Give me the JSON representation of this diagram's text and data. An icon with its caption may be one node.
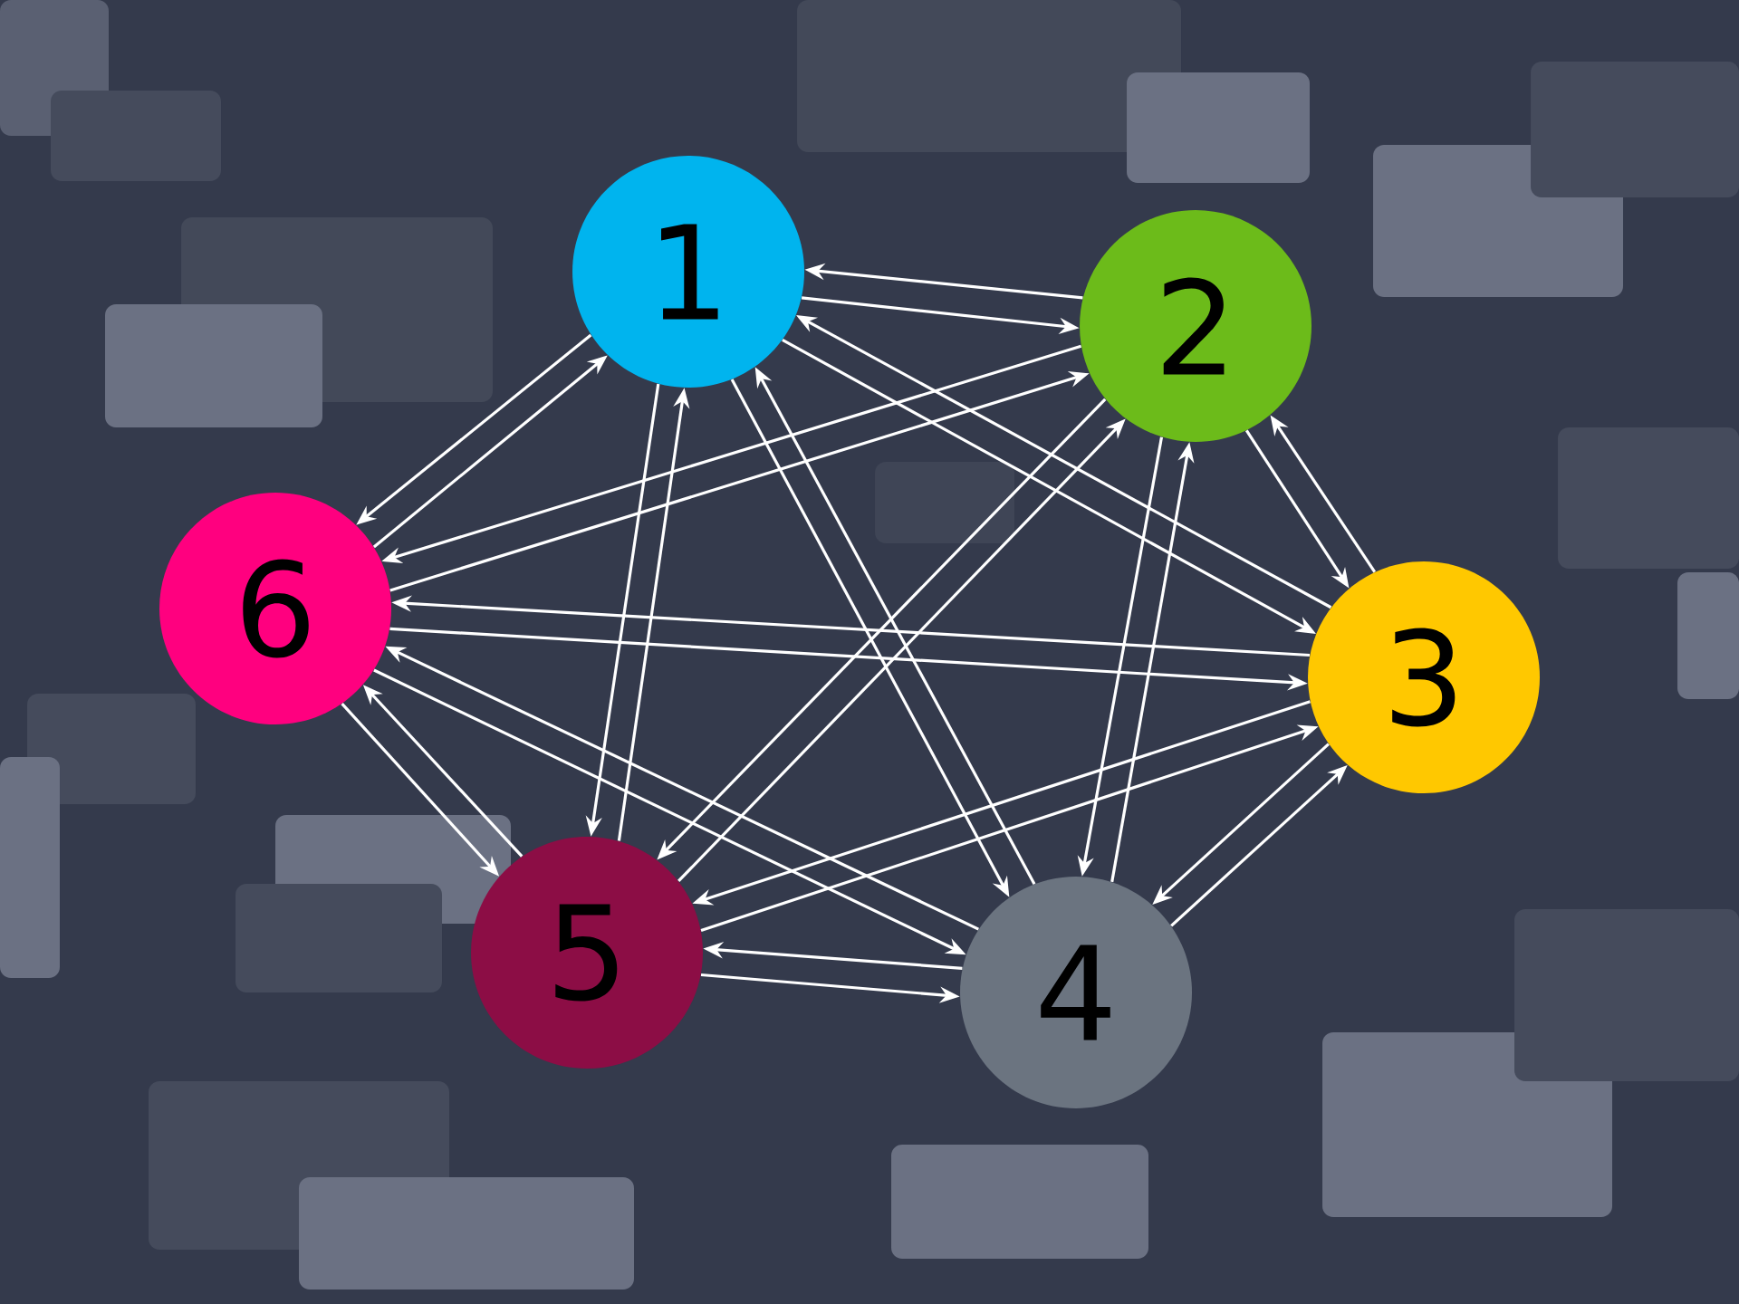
{
  "diagram": {
    "nodes": [
      {
        "text": [
          "1"
        ]
      },
      {
        "text": [
          "2"
        ]
      },
      {
        "text": [
          "3"
        ]
      },
      {
        "text": [
          "4"
        ]
      },
      {
        "text": [
          "5"
        ]
      },
      {
        "text": [
          "6"
        ]
      }
    ],
    "edges": [
      {
        "from": 0,
        "to": 1,
        "arrow": "to"
      },
      {
        "from": 1,
        "to": 0,
        "arrow": "to"
      },
      {
        "from": 0,
        "to": 2,
        "arrow": "to"
      },
      {
        "from": 2,
        "to": 0,
        "arrow": "to"
      },
      {
        "from": 0,
        "to": 3,
        "arrow": "to"
      },
      {
        "from": 3,
        "to": 0,
        "arrow": "to"
      },
      {
        "from": 0,
        "to": 4,
        "arrow": "to"
      },
      {
        "from": 4,
        "to": 0,
        "arrow": "to"
      },
      {
        "from": 0,
        "to": 5,
        "arrow": "to"
      },
      {
        "from": 5,
        "to": 0,
        "arrow": "to"
      },
      {
        "from": 1,
        "to": 2,
        "arrow": "to"
      },
      {
        "from": 2,
        "to": 1,
        "arrow": "to"
      },
      {
        "from": 1,
        "to": 3,
        "arrow": "to"
      },
      {
        "from": 3,
        "to": 1,
        "arrow": "to"
      },
      {
        "from": 1,
        "to": 4,
        "arrow": "to"
      },
      {
        "from": 4,
        "to": 1,
        "arrow": "to"
      },
      {
        "from": 1,
        "to": 5,
        "arrow": "to"
      },
      {
        "from": 5,
        "to": 1,
        "arrow": "to"
      },
      {
        "from": 2,
        "to": 3,
        "arrow": "to"
      },
      {
        "from": 3,
        "to": 2,
        "arrow": "to"
      },
      {
        "from": 2,
        "to": 4,
        "arrow": "to"
      },
      {
        "from": 4,
        "to": 2,
        "arrow": "to"
      },
      {
        "from": 2,
        "to": 5,
        "arrow": "to"
      },
      {
        "from": 5,
        "to": 2,
        "arrow": "to"
      },
      {
        "from": 3,
        "to": 4,
        "arrow": "to"
      },
      {
        "from": 4,
        "to": 3,
        "arrow": "to"
      },
      {
        "from": 3,
        "to": 5,
        "arrow": "to"
      },
      {
        "from": 5,
        "to": 3,
        "arrow": "to"
      },
      {
        "from": 4,
        "to": 5,
        "arrow": "to"
      },
      {
        "from": 5,
        "to": 4,
        "arrow": "to"
      }
    ]
  }
}
